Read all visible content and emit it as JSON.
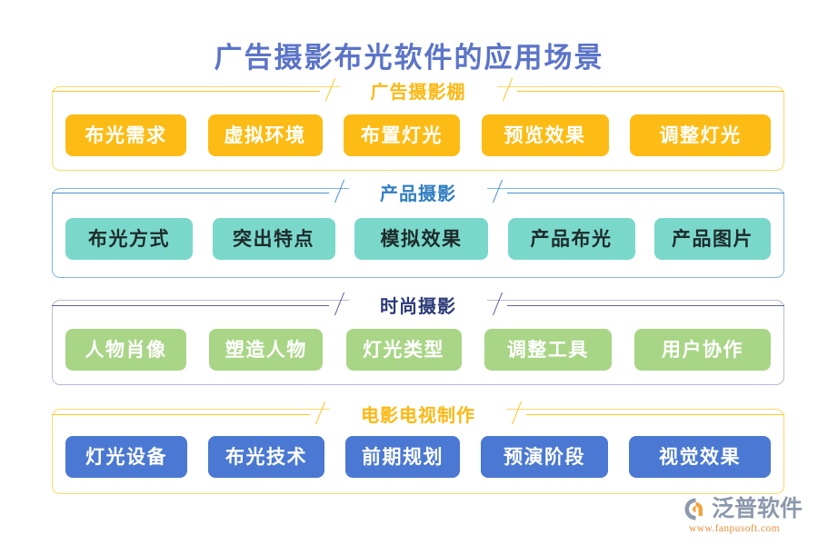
{
  "title": "广告摄影布光软件的应用场景",
  "colors": {
    "title": "#5b74c8",
    "amber": "#fcbc15",
    "teal": "#7ad8cb",
    "green": "#a9d586",
    "blue": "#4a78d2",
    "header_amber": "#fcb814",
    "header_blue": "#2f7ec0",
    "header_navy": "#2b3a77",
    "logo_word": "#8c99ad",
    "logo_url": "#e8903a",
    "background": "#ffffff"
  },
  "sections": [
    {
      "heading": "广告摄影棚",
      "items": [
        "布光需求",
        "虚拟环境",
        "布置灯光",
        "预览效果",
        "调整灯光"
      ]
    },
    {
      "heading": "产品摄影",
      "items": [
        "布光方式",
        "突出特点",
        "模拟效果",
        "产品布光",
        "产品图片"
      ]
    },
    {
      "heading": "时尚摄影",
      "items": [
        "人物肖像",
        "塑造人物",
        "灯光类型",
        "调整工具",
        "用户协作"
      ]
    },
    {
      "heading": "电影电视制作",
      "items": [
        "灯光设备",
        "布光技术",
        "前期规划",
        "预演阶段",
        "视觉效果"
      ]
    }
  ],
  "logo": {
    "name": "泛普软件",
    "url": "www.fanpusoft.com"
  }
}
